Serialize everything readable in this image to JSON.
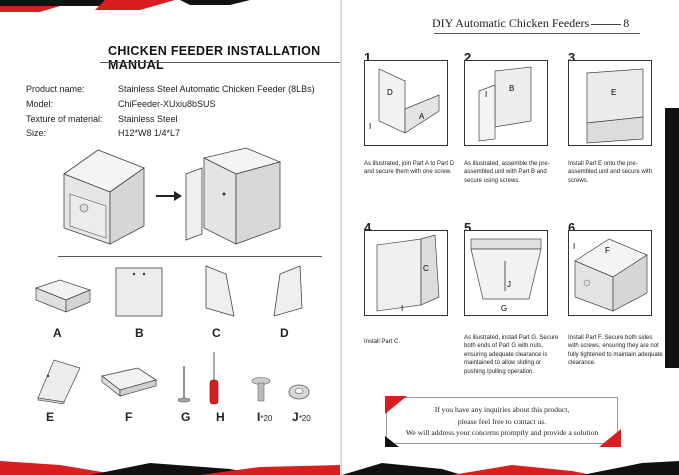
{
  "left_page": {
    "title": "CHICKEN FEEDER INSTALLATION MANUAL",
    "specs": [
      {
        "label": "Product name:",
        "value": "Stainless Steel Automatic Chicken Feeder (8LBs)"
      },
      {
        "label": "Model:",
        "value": "ChiFeeder-XUxiu8bSUS"
      },
      {
        "label": "Texture of material:",
        "value": "Stainless Steel"
      },
      {
        "label": "Size:",
        "value": "H12*W8  1/4*L7"
      }
    ],
    "parts": [
      {
        "letter": "A",
        "qty": ""
      },
      {
        "letter": "B",
        "qty": ""
      },
      {
        "letter": "C",
        "qty": ""
      },
      {
        "letter": "D",
        "qty": ""
      },
      {
        "letter": "E",
        "qty": ""
      },
      {
        "letter": "F",
        "qty": ""
      },
      {
        "letter": "G",
        "qty": ""
      },
      {
        "letter": "H",
        "qty": ""
      },
      {
        "letter": "I",
        "qty": "*20"
      },
      {
        "letter": "J",
        "qty": "*20"
      }
    ]
  },
  "right_page": {
    "title": "DIY Automatic Chicken Feeders",
    "page_number": "8",
    "steps": [
      {
        "num": "1",
        "text": "As illustrated, join Part A to Part D and secure them with one screw.",
        "marks": [
          "D",
          "A",
          "I"
        ]
      },
      {
        "num": "2",
        "text": "As illustrated, assemble the pre-assembled unit with Part B and secure using screws.",
        "marks": [
          "B",
          "I"
        ]
      },
      {
        "num": "3",
        "text": "Install Part E onto the pre-assembled unit and secure with screws.",
        "marks": [
          "E"
        ]
      },
      {
        "num": "4",
        "text": "Install Part C.",
        "marks": [
          "C",
          "I"
        ]
      },
      {
        "num": "5",
        "text": "As illustrated, install Part G. Secure both ends of Part G with nuts, ensuring adequate clearance is maintained to allow sliding or pushing /pulling operation.",
        "marks": [
          "J",
          "G"
        ]
      },
      {
        "num": "6",
        "text": "Install Part F. Secure both sides with screws, ensuring they are not fully tightened to maintain adequate clearance.",
        "marks": [
          "F",
          "I"
        ]
      }
    ],
    "contact": [
      "If you have any inquiries about this product,",
      "please feel free to contact us.",
      "We will address your concerns promptly and provide a solution"
    ]
  },
  "colors": {
    "accent_red": "#d81e1e",
    "stripe_black": "#111111",
    "line_gray": "#555555"
  }
}
